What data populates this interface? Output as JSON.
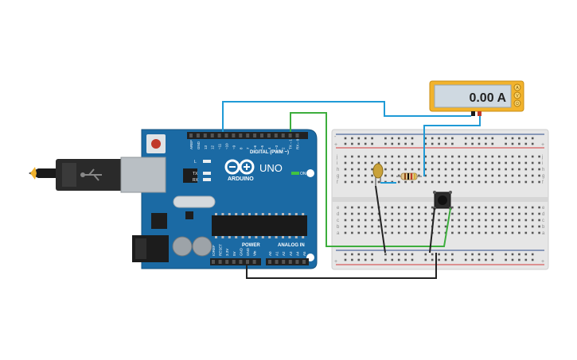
{
  "multimeter": {
    "reading": "0.00 A",
    "mode_buttons": [
      "A",
      "V",
      "Ω"
    ]
  },
  "arduino": {
    "brand": "ARDUINO",
    "model": "UNO",
    "digital_header_label": "DIGITAL (PWM ~)",
    "digital_pins": [
      "AREF",
      "GND",
      "13",
      "12",
      "~11",
      "~10",
      "~9",
      "8",
      "7",
      "~6",
      "~5",
      "4",
      "~3",
      "2",
      "TX→1",
      "RX←0"
    ],
    "led_labels": [
      "L",
      "TX",
      "RX"
    ],
    "on_label": "ON",
    "power_header_label": "POWER",
    "power_pins": [
      "IOREF",
      "RESET",
      "3.3V",
      "5V",
      "GND",
      "GND",
      "Vin"
    ],
    "analog_header_label": "ANALOG IN",
    "analog_pins": [
      "A0",
      "A1",
      "A2",
      "A3",
      "A4",
      "A5"
    ]
  },
  "breadboard": {
    "row_letters_top": [
      "j",
      "i",
      "h",
      "g",
      "f"
    ],
    "row_letters_bottom": [
      "e",
      "d",
      "c",
      "b",
      "a"
    ],
    "columns": 30,
    "rail_plus": "+",
    "rail_minus": "-"
  },
  "colors": {
    "board_blue": "#1b6aa4",
    "wire_blue": "#1f9ad6",
    "wire_green": "#3dae3d",
    "wire_black": "#222222",
    "breadboard": "#e6e6e6",
    "meter_yellow": "#f2b32c",
    "meter_screen": "#cfd9e1"
  }
}
